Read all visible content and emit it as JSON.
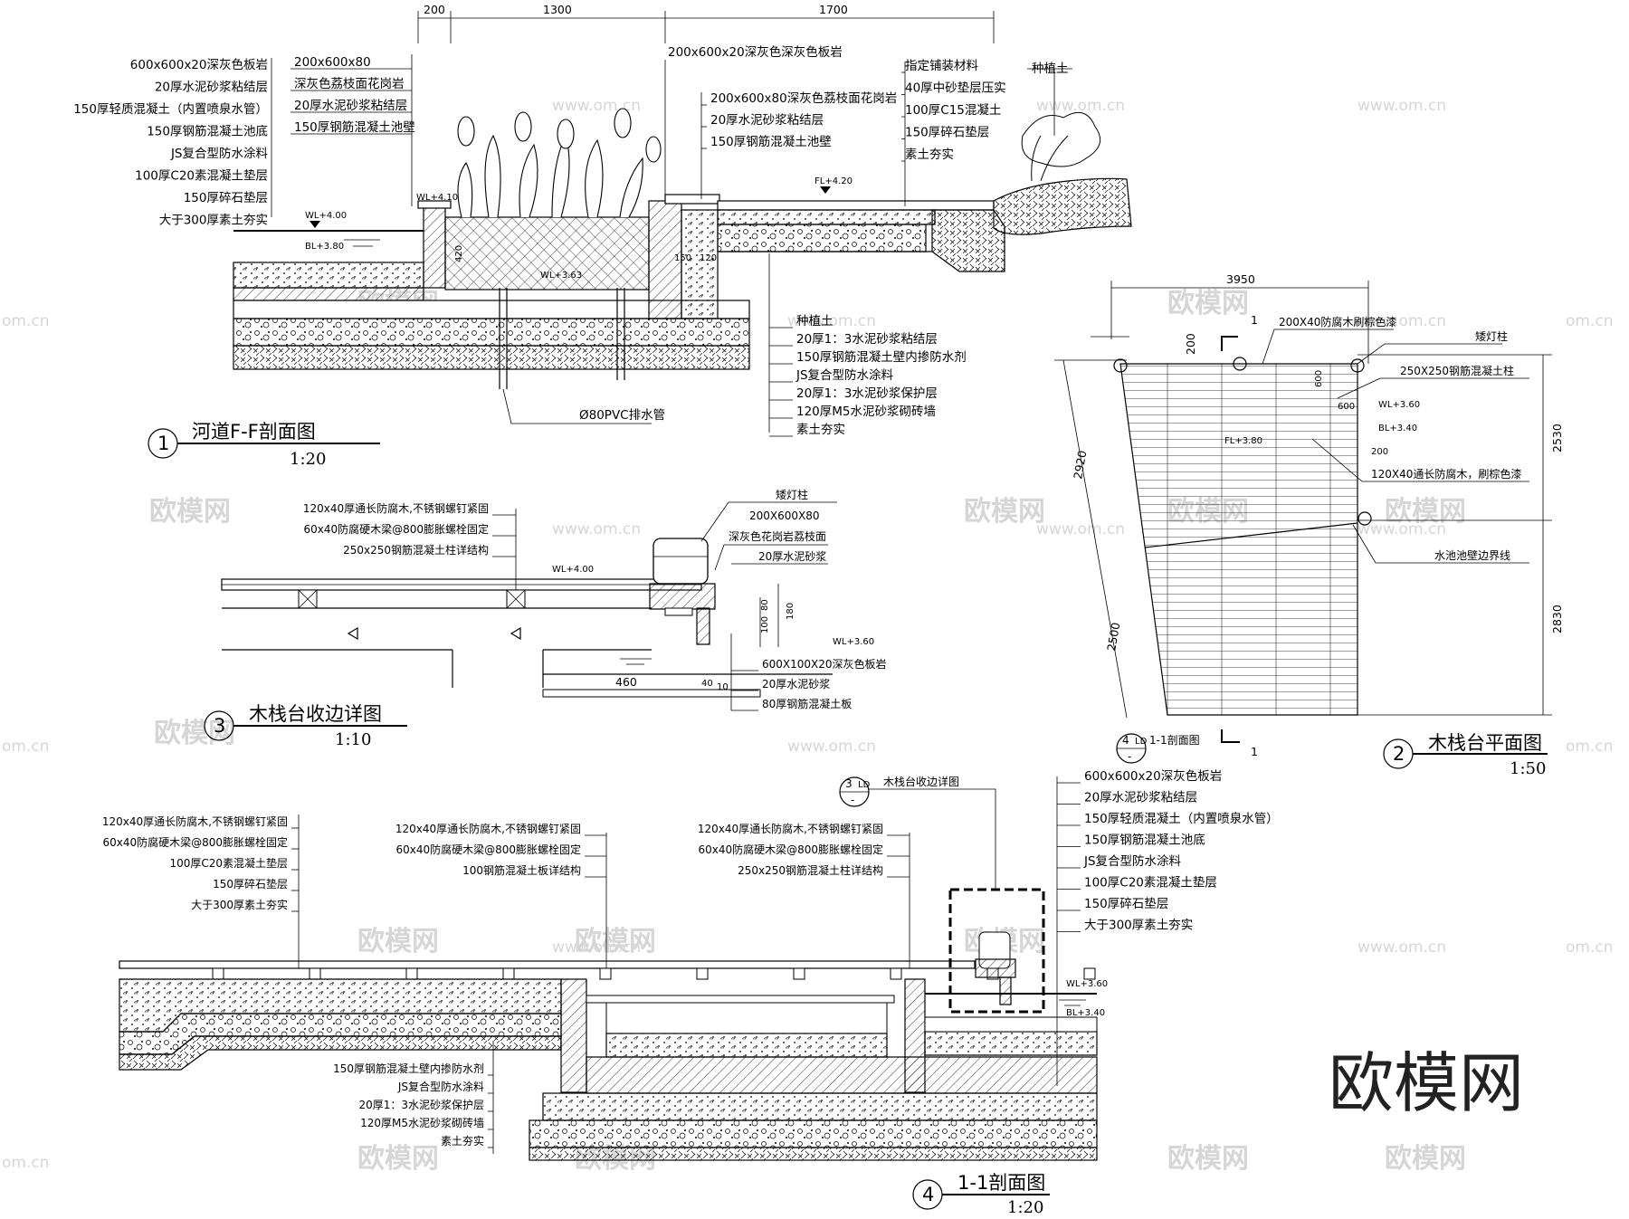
{
  "brand": "欧模网",
  "watermarks": {
    "cn": "欧模网",
    "url": "www.om.cn",
    "short": "om.cn"
  },
  "detail1": {
    "number": "1",
    "title": "河道F-F剖面图",
    "scale": "1:20",
    "dims": [
      "200",
      "1300",
      "1700"
    ],
    "labels_left": [
      "600x600x20深灰色板岩",
      "20厚水泥砂浆粘结层",
      "150厚轻质混凝土（内置喷泉水管）",
      "150厚钢筋混凝土池底",
      "JS复合型防水涂料",
      "100厚C20素混凝土垫层",
      "150厚碎石垫层",
      "大于300厚素土夯实"
    ],
    "labels_mid": [
      "200x600x80",
      "深灰色荔枝面花岗岩",
      "20厚水泥砂浆粘结层",
      "150厚钢筋混凝土池壁"
    ],
    "label_top": "200x600x20深灰色深灰色板岩",
    "labels_center": [
      "200x600x80深灰色荔枝面花岗岩",
      "20厚水泥砂浆粘结层",
      "150厚钢筋混凝土池壁"
    ],
    "labels_right": [
      "指定铺装材料",
      "40厚中砂垫层压实",
      "100厚C15混凝土",
      "150厚碎石垫层",
      "素土夯实"
    ],
    "label_soil": "种植土",
    "labels_bottom": [
      "种植土",
      "20厚1：3水泥砂浆粘结层",
      "150厚钢筋混凝土壁内掺防水剂",
      "JS复合型防水涂料",
      "20厚1：3水泥砂浆保护层",
      "120厚M5水泥砂浆砌砖墙",
      "素土夯实"
    ],
    "pipe": "Ø80PVC排水管",
    "elevations": [
      "WL+4.00",
      "BL+3.80",
      "WL+4.10",
      "WL+3.63",
      "FL+4.20"
    ],
    "small_dims": [
      "420",
      "150",
      "120"
    ]
  },
  "detail2": {
    "number": "2",
    "title": "木栈台平面图",
    "scale": "1:50",
    "dims": [
      "3950",
      "200",
      "2920",
      "2500",
      "2530",
      "2830",
      "600",
      "600",
      "200"
    ],
    "labels": [
      "200X40防腐木刷棕色漆",
      "矮灯柱",
      "250X250钢筋混凝土柱",
      "120X40通长防腐木，刷棕色漆",
      "水池池壁边界线"
    ],
    "elevations": [
      "WL+3.60",
      "BL+3.40",
      "FL+3.80"
    ],
    "cut": "1",
    "ref_number": "4",
    "ref_sheet": "LD",
    "ref_dash": "-",
    "ref_label": "1-1剖面图"
  },
  "detail3": {
    "number": "3",
    "title": "木栈台收边详图",
    "scale": "1:10",
    "labels_top": [
      "120x40厚通长防腐木,不锈钢螺钉紧固",
      "60x40防腐硬木梁@800膨胀螺栓固定",
      "250x250钢筋混凝土柱详结构"
    ],
    "labels_right": [
      "矮灯柱",
      "200X600X80",
      "深灰色花岗岩荔枝面",
      "20厚水泥砂浆"
    ],
    "labels_bottom": [
      "600X100X20深灰色板岩",
      "20厚水泥砂浆",
      "80厚钢筋混凝土板"
    ],
    "elevations": [
      "WL+4.00",
      "WL+3.60"
    ],
    "dims": [
      "80",
      "100",
      "180",
      "460",
      "40",
      "10"
    ]
  },
  "detail4": {
    "number": "4",
    "title": "1-1剖面图",
    "scale": "1:20",
    "labels_left": [
      "120x40厚通长防腐木,不锈钢螺钉紧固",
      "60x40防腐硬木梁@800膨胀螺栓固定",
      "100厚C20素混凝土垫层",
      "150厚碎石垫层",
      "大于300厚素土夯实"
    ],
    "labels_mid": [
      "120x40厚通长防腐木,不锈钢螺钉紧固",
      "60x40防腐硬木梁@800膨胀螺栓固定",
      "100钢筋混凝土板详结构"
    ],
    "labels_mid2": [
      "120x40厚通长防腐木,不锈钢螺钉紧固",
      "60x40防腐硬木梁@800膨胀螺栓固定",
      "250x250钢筋混凝土柱详结构"
    ],
    "ref_number": "3",
    "ref_sheet": "LD",
    "ref_dash": "-",
    "ref_label": "木栈台收边详图",
    "labels_right": [
      "600x600x20深灰色板岩",
      "20厚水泥砂浆粘结层",
      "150厚轻质混凝土（内置喷泉水管）",
      "150厚钢筋混凝土池底",
      "JS复合型防水涂料",
      "100厚C20素混凝土垫层",
      "150厚碎石垫层",
      "大于300厚素土夯实"
    ],
    "labels_bottom": [
      "150厚钢筋混凝土壁内掺防水剂",
      "JS复合型防水涂料",
      "20厚1：3水泥砂浆保护层",
      "120厚M5水泥砂浆砌砖墙",
      "素土夯实"
    ],
    "elevations": [
      "WL+3.60",
      "BL+3.40"
    ]
  }
}
